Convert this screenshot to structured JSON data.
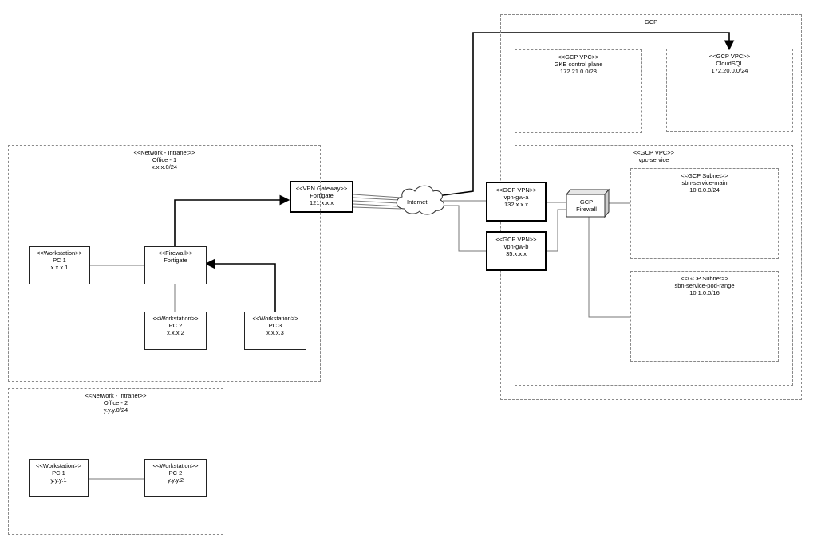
{
  "gcp": {
    "title": "GCP",
    "gke": {
      "stereo": "<<GCP VPC>>",
      "name": "GKE control plane",
      "cidr": "172.21.0.0/28"
    },
    "cloudsql": {
      "stereo": "<<GCP VPC>>",
      "name": "CloudSQL",
      "cidr": "172.20.0.0/24"
    },
    "vpc_service": {
      "stereo": "<<GCP VPC>>",
      "name": "vpc-service"
    },
    "subnet_main": {
      "stereo": "<<GCP Subnet>>",
      "name": "sbn-service-main",
      "cidr": "10.0.0.0/24"
    },
    "subnet_pod": {
      "stereo": "<<GCP Subnet>>",
      "name": "sbn-service-pod-range",
      "cidr": "10.1.0.0/16"
    },
    "vpn_a": {
      "stereo": "<<GCP VPN>>",
      "name": "vpn-gw-a",
      "ip": "132.x.x.x"
    },
    "vpn_b": {
      "stereo": "<<GCP VPN>>",
      "name": "vpn-gw-b",
      "ip": "35.x.x.x"
    },
    "firewall": {
      "line1": "GCP",
      "line2": "Firewall"
    }
  },
  "internet": {
    "label": "Internet"
  },
  "vpn_gateway": {
    "stereo": "<<VPN Gateway>>",
    "name": "Fortigate",
    "ip": "121.x.x.x"
  },
  "office1": {
    "stereo": "<<Network - Intranet>>",
    "name": "Office - 1",
    "cidr": "x.x.x.0/24",
    "firewall": {
      "stereo": "<<Firewall>>",
      "name": "Fortigate"
    },
    "pc1": {
      "stereo": "<<Workstation>>",
      "name": "PC 1",
      "ip": "x.x.x.1"
    },
    "pc2": {
      "stereo": "<<Workstation>>",
      "name": "PC 2",
      "ip": "x.x.x.2"
    },
    "pc3": {
      "stereo": "<<Workstation>>",
      "name": "PC 3",
      "ip": "x.x.x.3"
    }
  },
  "office2": {
    "stereo": "<<Network - Intranet>>",
    "name": "Office - 2",
    "cidr": "y.y.y.0/24",
    "pc1": {
      "stereo": "<<Workstation>>",
      "name": "PC 1",
      "ip": "y.y.y.1"
    },
    "pc2": {
      "stereo": "<<Workstation>>",
      "name": "PC 2",
      "ip": "y.y.y.2"
    }
  }
}
